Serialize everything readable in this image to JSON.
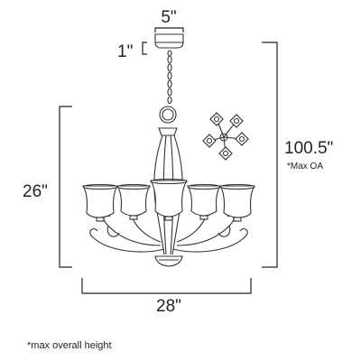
{
  "diagram": {
    "dimensions": {
      "canopy_width": "5\"",
      "canopy_height": "1\"",
      "fixture_height": "26\"",
      "max_overall_height": "100.5\"",
      "max_oa_note": "*Max OA",
      "fixture_width": "28\""
    },
    "footnote": "*max overall height",
    "illustrations": [
      {
        "name": "chandelier-side-view"
      },
      {
        "name": "chandelier-top-view"
      }
    ]
  }
}
